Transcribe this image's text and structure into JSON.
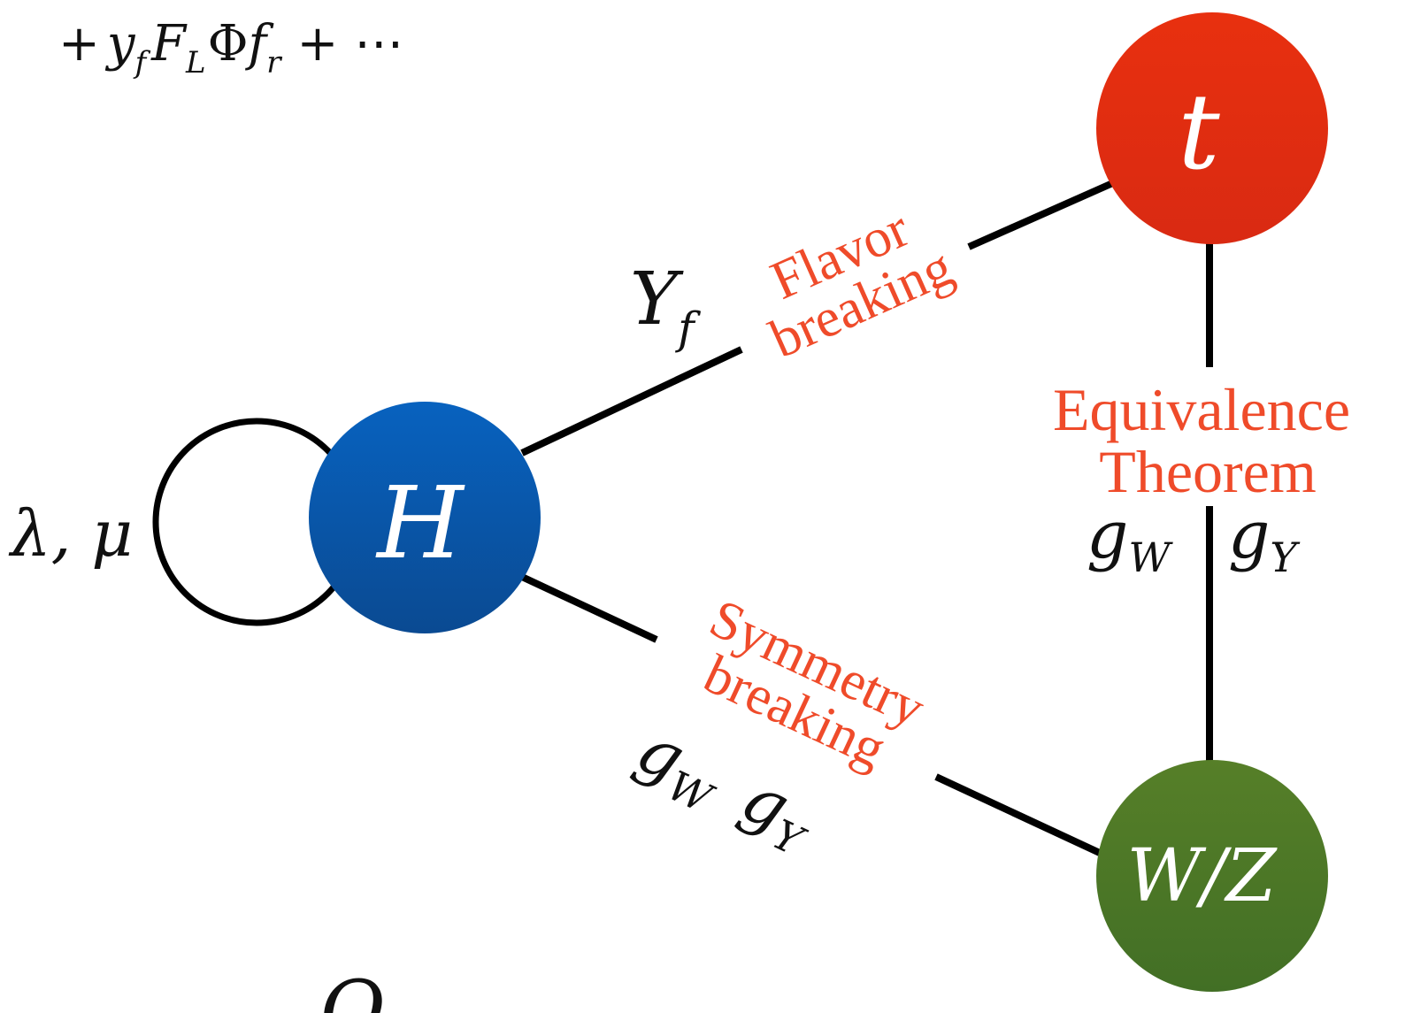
{
  "formula": {
    "plus_sign": "+",
    "y": "y",
    "y_sub": "f",
    "F": "F",
    "F_sub": "L",
    "Phi": "Φ",
    "f": "f",
    "f_sub": "r",
    "tail": "+ ⋯"
  },
  "nodes": {
    "top": {
      "label": "t",
      "color": "#e0290f"
    },
    "higgs": {
      "label": "H",
      "color": "#0b56a5"
    },
    "gauge": {
      "label": "W/Z",
      "color": "#4d7a2b"
    }
  },
  "loop": {
    "label": "λ, μ"
  },
  "edges": {
    "flavor": {
      "coupling": "Y",
      "coupling_sub": "f",
      "line1": "Flavor",
      "line2": "breaking"
    },
    "symmetry": {
      "line1": "Symmetry",
      "line2": "breaking",
      "gW": "g",
      "gW_sub": "W",
      "gY": "g",
      "gY_sub": "Y"
    },
    "equivalence": {
      "line1": "Equivalence",
      "line2": "Theorem",
      "gW": "g",
      "gW_sub": "W",
      "gY": "g",
      "gY_sub": "Y"
    }
  },
  "footer_glyph": "O",
  "colors": {
    "label_red": "#ef4b2a",
    "line": "#000000"
  }
}
